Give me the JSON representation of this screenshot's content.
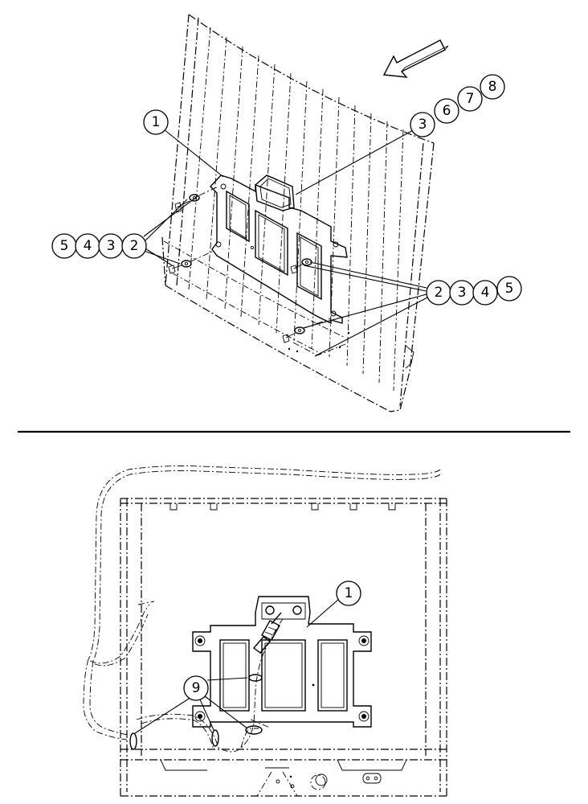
{
  "callouts": {
    "top": {
      "c1": "1",
      "c3a": "3",
      "c6": "6",
      "c7": "7",
      "c8": "8",
      "l5": "5",
      "l4": "4",
      "l3": "3",
      "l2": "2",
      "r2": "2",
      "r3": "3",
      "r4": "4",
      "r5": "5"
    },
    "bottom": {
      "b1": "1",
      "b9": "9"
    }
  },
  "icons": {
    "direction_arrow": "arrow-down-left-icon"
  }
}
